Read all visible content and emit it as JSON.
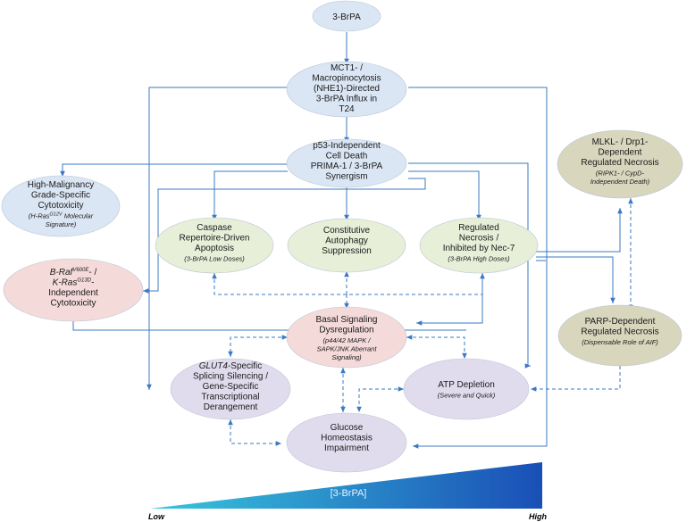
{
  "colors": {
    "blue": "#dbe6f4",
    "green": "#e7efd9",
    "pink": "#f5dada",
    "olive": "#d8d6bd",
    "purple": "#e1dced",
    "arrow": "#3a78c2",
    "gradient_start": "#38c6dc",
    "gradient_end": "#1a4fb6"
  },
  "nodes": {
    "brpa": {
      "lines": [
        "3-BrPA"
      ],
      "notes": []
    },
    "influx": {
      "lines": [
        "MCT1- /",
        "Macropinocytosis",
        "(NHE1)-Directed",
        "3-BrPA Influx in",
        "T24"
      ],
      "notes": []
    },
    "p53": {
      "lines": [
        "p53-Independent",
        "Cell Death",
        "PRIMA-1 / 3-BrPA",
        "Synergism"
      ],
      "notes": []
    },
    "high_malig": {
      "lines": [
        "High-Malignancy",
        "Grade-Specific",
        "Cytotoxicity"
      ],
      "notes": [
        "(H-Ras",
        "Signature)"
      ],
      "sup": "G12V",
      "note_tail": " Molecular"
    },
    "caspase": {
      "lines": [
        "Caspase",
        "Repertoire-Driven",
        "Apoptosis"
      ],
      "notes": [
        "(3-BrPA Low Doses)"
      ]
    },
    "autophagy": {
      "lines": [
        "Constitutive",
        "Autophagy",
        "Suppression"
      ],
      "notes": []
    },
    "necrosis": {
      "lines": [
        "Regulated",
        "Necrosis /",
        "Inhibited by Nec-7"
      ],
      "notes": [
        "(3-BrPA High Doses)"
      ]
    },
    "mlkl": {
      "lines": [
        "MLKL- / Drp1-",
        "Dependent",
        "Regulated Necrosis"
      ],
      "notes": [
        "(RIPK1- / CypD-",
        "Independent Death)"
      ]
    },
    "braf": {
      "l1a": "B-Raf",
      "l1sup": "V600E",
      "l1b": "- /",
      "l2a": "K-Ras",
      "l2sup": "G13D",
      "l2b": "-",
      "lines": [
        "Independent",
        "Cytotoxicity"
      ]
    },
    "basal": {
      "lines": [
        "Basal Signaling",
        "Dysregulation"
      ],
      "notes": [
        "(p44/42 MAPK /",
        "SAPK/JNK Aberrant",
        "Signaling)"
      ]
    },
    "parp": {
      "lines": [
        "PARP-Dependent",
        "Regulated Necrosis"
      ],
      "notes": [
        "(Dispensable Role of AIF)"
      ]
    },
    "glut4": {
      "l1a": "GLUT4",
      "l1b": "-Specific",
      "lines": [
        "Splicing Silencing /",
        "Gene-Specific",
        "Transcriptional",
        "Derangement"
      ]
    },
    "atp": {
      "lines": [
        "ATP Depletion"
      ],
      "notes": [
        "(Severe and Quick)"
      ]
    },
    "glucose": {
      "lines": [
        "Glucose",
        "Homeostasis",
        "Impairment"
      ],
      "notes": []
    }
  },
  "gradient": {
    "label": "[3-BrPA]",
    "low": "Low",
    "high": "High"
  }
}
